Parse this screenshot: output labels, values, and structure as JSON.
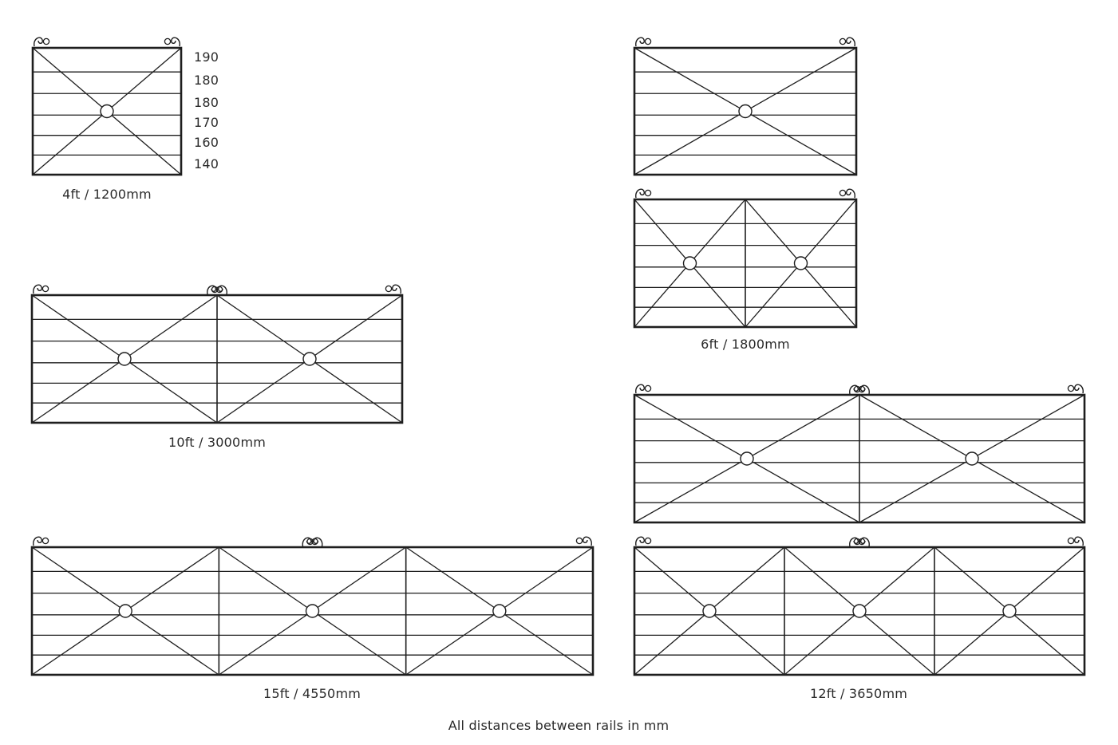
{
  "colors": {
    "ink": "#1e1e1e",
    "background": "#ffffff"
  },
  "footer_note": "All distances between rails in mm",
  "rail_spacings_4ft": [
    "190",
    "180",
    "180",
    "170",
    "160",
    "140"
  ],
  "gates": [
    {
      "id": "4ft",
      "caption": "4ft / 1200mm",
      "bays": 1,
      "scrolls": [
        "left",
        "right"
      ]
    },
    {
      "id": "6ft-single",
      "caption": "",
      "bays": 1,
      "scrolls": [
        "left",
        "right"
      ]
    },
    {
      "id": "6ft-double",
      "caption": "6ft / 1800mm",
      "bays": 2,
      "scrolls": [
        "left",
        "right"
      ]
    },
    {
      "id": "10ft",
      "caption": "10ft / 3000mm",
      "bays": 2,
      "scrolls": [
        "left",
        "center",
        "right"
      ]
    },
    {
      "id": "12ft-double",
      "caption": "",
      "bays": 2,
      "scrolls": [
        "left",
        "center",
        "right"
      ]
    },
    {
      "id": "15ft",
      "caption": "15ft / 4550mm",
      "bays": 3,
      "scrolls": [
        "left",
        "center",
        "right"
      ]
    },
    {
      "id": "12ft-triple",
      "caption": "12ft / 3650mm",
      "bays": 3,
      "scrolls": [
        "left",
        "center",
        "right"
      ]
    }
  ]
}
